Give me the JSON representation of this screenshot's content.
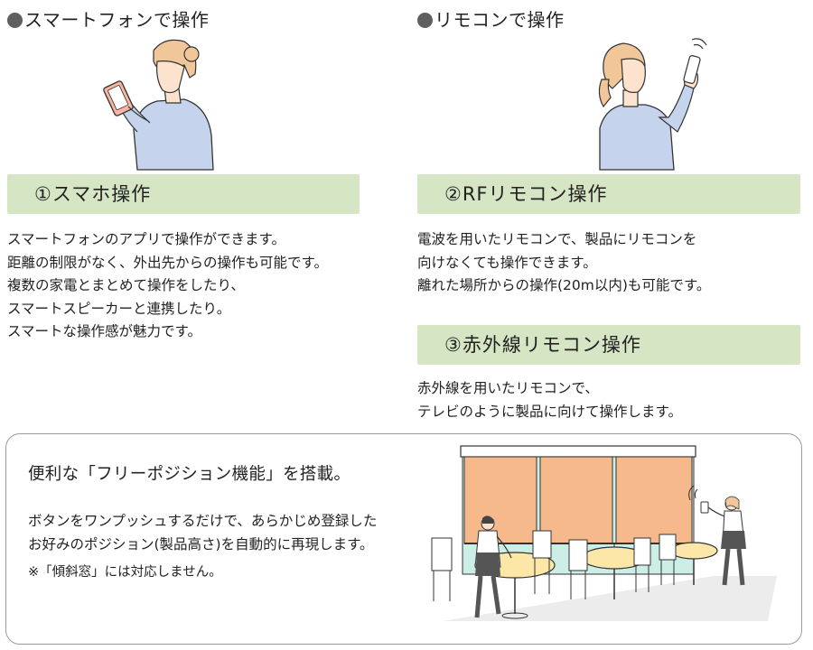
{
  "left": {
    "heading": "スマートフォンで操作",
    "band_label": "①スマホ操作",
    "lines": [
      "スマートフォンのアプリで操作ができます。",
      "距離の制限がなく、外出先からの操作も可能です。",
      "複数の家電とまとめて操作をしたり、",
      "スマートスピーカーと連携したり。",
      "スマートな操作感が魅力です。"
    ]
  },
  "right": {
    "heading": "リモコンで操作",
    "rf": {
      "band_label": "②RFリモコン操作",
      "lines": [
        "電波を用いたリモコンで、製品にリモコンを",
        "向けなくても操作できます。",
        "離れた場所からの操作(20m以内)も可能です。"
      ]
    },
    "ir": {
      "band_label": "③赤外線リモコン操作",
      "lines": [
        "赤外線を用いたリモコンで、",
        "テレビのように製品に向けて操作します。"
      ]
    }
  },
  "feature_box": {
    "title": "便利な「フリーポジション機能」を搭載。",
    "lines": [
      "ボタンをワンプッシュするだけで、あらかじめ登録した",
      "お好みのポジション(製品高さ)を自動的に再現します。"
    ],
    "note": "※「傾斜窓」には対応しません。"
  },
  "colors": {
    "band_green": "#d6e6c4",
    "shirt_blue": "#c5d3ec",
    "skin": "#fde3cd",
    "hair": "#f1c79a",
    "shade_orange": "#f6b98c",
    "window_teal": "#cdeee6",
    "dot_gray": "#5f5f5f"
  },
  "icons": [
    "woman-smartphone-illustration",
    "woman-remote-illustration",
    "restaurant-blinds-illustration"
  ]
}
